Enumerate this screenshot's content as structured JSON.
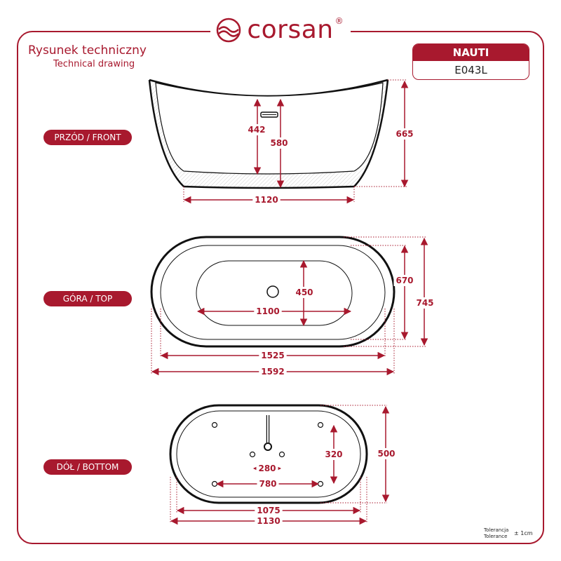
{
  "brand": {
    "name": "corsan",
    "registered": "®"
  },
  "title": {
    "pl": "Rysunek techniczny",
    "en": "Technical drawing"
  },
  "model": {
    "name": "NAUTI",
    "code": "E043L"
  },
  "views": {
    "front": "PRZÓD / FRONT",
    "top": "GÓRA / TOP",
    "bottom": "DÓŁ / BOTTOM"
  },
  "dimensions": {
    "front": {
      "overflow_height": "442",
      "inner_depth": "580",
      "total_height": "665",
      "base_length": "1120"
    },
    "top": {
      "inner_width": "450",
      "inner_length": "1100",
      "width_inner": "670",
      "width_total": "745",
      "length_inner": "1525",
      "length_total": "1592"
    },
    "bottom": {
      "leg_spacing_y": "320",
      "drain_spacing": "280",
      "leg_spacing_x": "780",
      "width": "500",
      "length_inner": "1075",
      "length_total": "1130"
    }
  },
  "tolerance": {
    "label_pl": "Tolerancja",
    "label_en": "Tolerance",
    "value": "± 1cm"
  },
  "colors": {
    "accent": "#a8192e",
    "ink": "#111111"
  }
}
